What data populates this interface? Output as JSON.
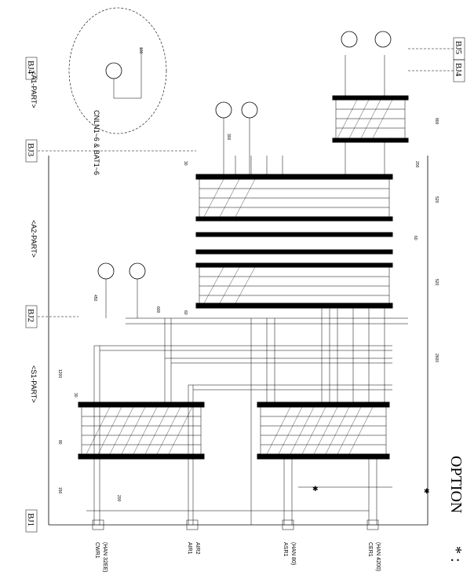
{
  "bj_tags": [
    "BJ1",
    "BJ2",
    "BJ3",
    "BJ4",
    "BJ5"
  ],
  "part_labels": {
    "s1": "<S1-PART>",
    "a2": "<A2-PART>",
    "a1": "<A1-PART>"
  },
  "inset_label": "CNLN1~6 & BAT1~6",
  "bottom_components": [
    {
      "name": "CWR1",
      "model": "(HAN 32EE)"
    },
    {
      "name": "AIR1",
      "model": "AIR2"
    },
    {
      "name": "ASR1",
      "model": "(HAN 80)"
    },
    {
      "name": "CER1",
      "model": "(HAN 4200)"
    }
  ],
  "dimensions": {
    "top_left": [
      "80",
      "150",
      "1200"
    ],
    "top_mid": [
      "30",
      "60"
    ],
    "right": [
      "520",
      "520",
      "2600",
      "800",
      "200"
    ],
    "small": [
      "200",
      "300",
      "450",
      "600",
      "100",
      "30",
      "60"
    ]
  },
  "option_text": "OPTION",
  "option_marker": "* :"
}
